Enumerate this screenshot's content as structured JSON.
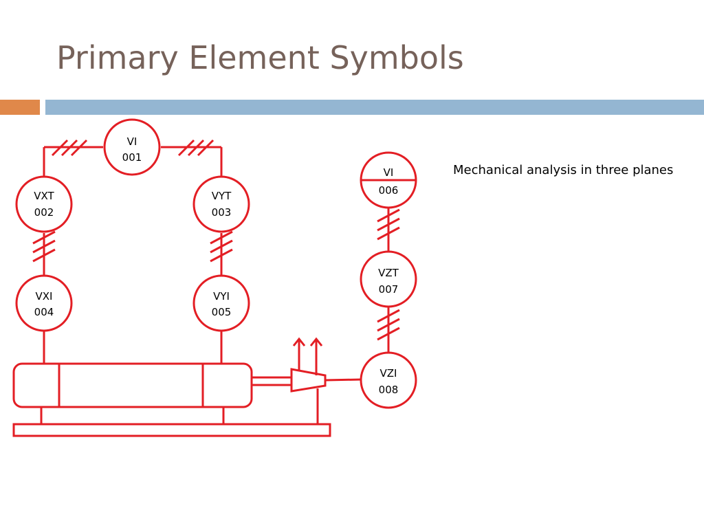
{
  "slide": {
    "title": "Primary Element Symbols",
    "caption": "Mechanical analysis in three planes",
    "accent_colors": {
      "orange": "#E0884A",
      "blue": "#94B6D2",
      "title": "#76625A",
      "diagram": "#E31E24"
    }
  },
  "instruments": {
    "vi001": {
      "tag": "VI",
      "number": "001"
    },
    "vxt002": {
      "tag": "VXT",
      "number": "002"
    },
    "vyt003": {
      "tag": "VYT",
      "number": "003"
    },
    "vxi004": {
      "tag": "VXI",
      "number": "004"
    },
    "vyi005": {
      "tag": "VYI",
      "number": "005"
    },
    "vi006": {
      "tag": "VI",
      "number": "006"
    },
    "vzt007": {
      "tag": "VZT",
      "number": "007"
    },
    "vzi008": {
      "tag": "VZI",
      "number": "008"
    }
  }
}
